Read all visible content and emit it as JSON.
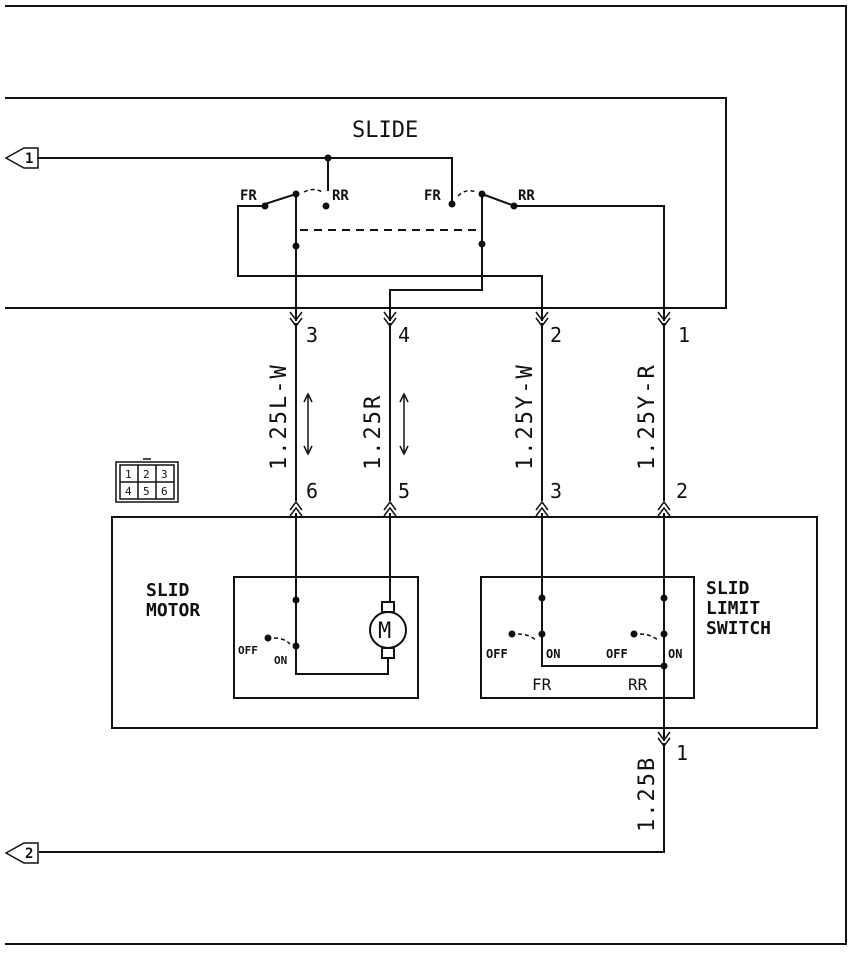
{
  "switch_block": {
    "title": "SLIDE",
    "left_fr": "FR",
    "left_rr": "RR",
    "right_fr": "FR",
    "right_rr": "RR"
  },
  "connectors": {
    "top_pins": [
      "3",
      "4",
      "2",
      "1"
    ],
    "lower_pins": [
      "6",
      "5",
      "3",
      "2"
    ],
    "ground_pin": "1",
    "grid": [
      "1",
      "2",
      "3",
      "4",
      "5",
      "6"
    ]
  },
  "wires": {
    "w1": "1.25L-W",
    "w2": "1.25R",
    "w3": "1.25Y-W",
    "w4": "1.25Y-R",
    "ground": "1.25B"
  },
  "motor": {
    "title_line1": "SLID",
    "title_line2": "MOTOR",
    "symbol": "M",
    "off": "OFF",
    "on": "ON"
  },
  "limit_switch": {
    "title_line1": "SLID",
    "title_line2": "LIMIT",
    "title_line3": "SWITCH",
    "off_left": "OFF",
    "on_left": "ON",
    "off_right": "OFF",
    "on_right": "ON",
    "fr": "FR",
    "rr": "RR"
  },
  "offpage": {
    "ref1": "1",
    "ref2": "2"
  }
}
